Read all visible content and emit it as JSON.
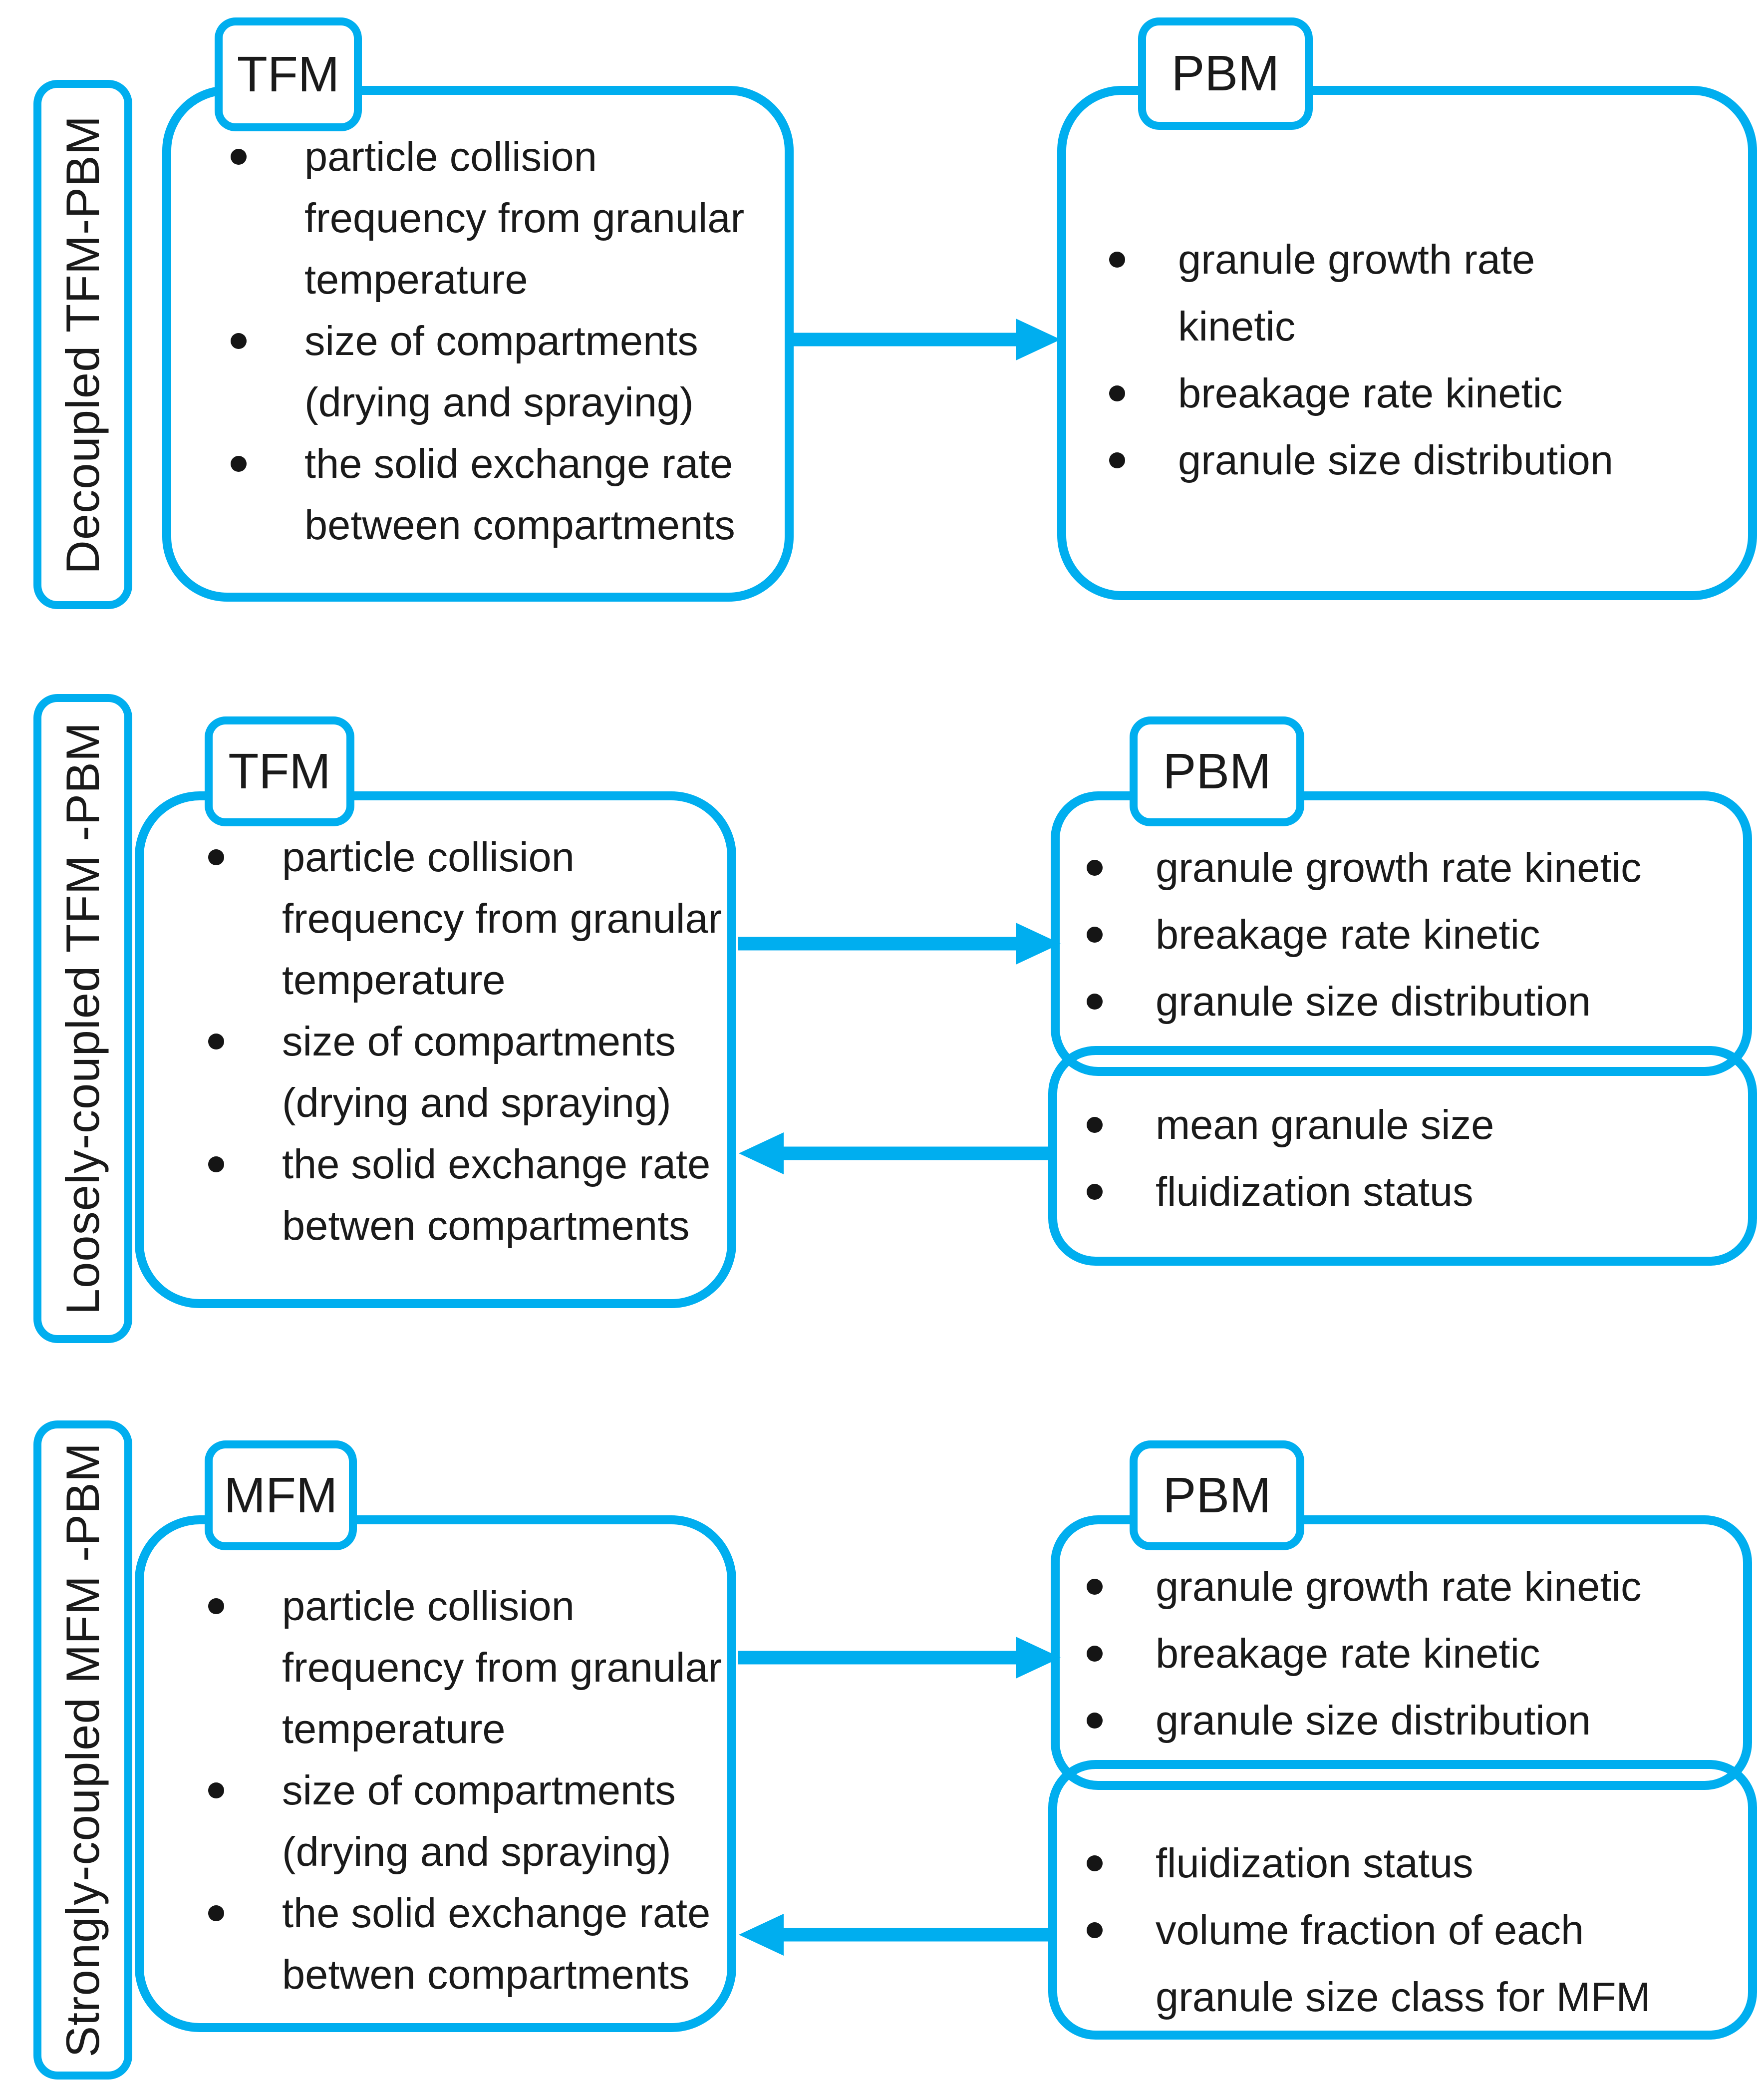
{
  "colors": {
    "accent": "#00AEEF",
    "ink": "#1A1A1A",
    "background": "#FFFFFF"
  },
  "rows": [
    {
      "side_label": "Decoupled TFM-PBM",
      "model": {
        "tab": "TFM",
        "lines": [
          "particle collision",
          "frequency from granular",
          "temperature",
          "size of compartments",
          "(drying and spraying)",
          "the solid exchange rate",
          "between compartments"
        ]
      },
      "pbm": {
        "tab": "PBM",
        "lines": [
          "granule growth rate",
          "kinetic",
          "breakage rate kinetic",
          "granule size distribution"
        ]
      }
    },
    {
      "side_label": "Loosely-coupled TFM -PBM",
      "model": {
        "tab": "TFM",
        "lines": [
          "particle collision",
          "frequency from granular",
          "temperature",
          "size of compartments",
          "(drying and spraying)",
          "the solid exchange rate",
          "betwen compartments"
        ]
      },
      "pbm": {
        "tab": "PBM",
        "top_lines": [
          "granule growth rate kinetic",
          "breakage rate kinetic",
          "granule size distribution"
        ],
        "bottom_lines": [
          "mean granule size",
          "fluidization status"
        ]
      }
    },
    {
      "side_label": "Strongly-coupled MFM -PBM",
      "model": {
        "tab": "MFM",
        "lines": [
          "particle collision",
          "frequency from granular",
          "temperature",
          "size of compartments",
          "(drying and spraying)",
          "the solid exchange rate",
          "betwen compartments"
        ]
      },
      "pbm": {
        "tab": "PBM",
        "top_lines": [
          "granule growth rate kinetic",
          "breakage rate kinetic",
          "granule size distribution"
        ],
        "bottom_lines": [
          "fluidization status",
          "volume fraction of each",
          "granule size class for MFM"
        ]
      }
    }
  ]
}
